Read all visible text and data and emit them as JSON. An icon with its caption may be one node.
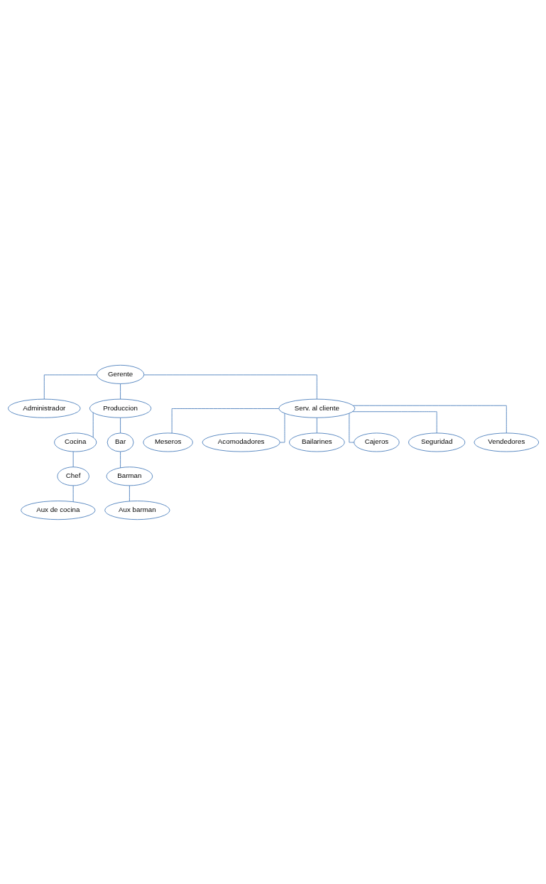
{
  "diagram": {
    "nodes": [
      {
        "text": [
          "Gerente"
        ]
      },
      {
        "text": [
          "Administrador"
        ]
      },
      {
        "text": [
          "Produccion"
        ]
      },
      {
        "text": [
          "Serv. al cliente"
        ]
      },
      {
        "text": [
          "Cocina"
        ]
      },
      {
        "text": [
          "Bar"
        ]
      },
      {
        "text": [
          "Chef"
        ]
      },
      {
        "text": [
          "Aux de cocina"
        ]
      },
      {
        "text": [
          "Barman"
        ]
      },
      {
        "text": [
          "Aux barman"
        ]
      },
      {
        "text": [
          "Meseros"
        ]
      },
      {
        "text": [
          "Acomodadores"
        ]
      },
      {
        "text": [
          "Bailarines"
        ]
      },
      {
        "text": [
          "Cajeros"
        ]
      },
      {
        "text": [
          "Seguridad"
        ]
      },
      {
        "text": [
          "Vendedores"
        ]
      }
    ],
    "edges": [
      {
        "from": 0,
        "to": 1,
        "arrow": "none"
      },
      {
        "from": 0,
        "to": 2,
        "arrow": "none"
      },
      {
        "from": 0,
        "to": 3,
        "arrow": "none"
      },
      {
        "from": 2,
        "to": 4,
        "arrow": "none"
      },
      {
        "from": 2,
        "to": 5,
        "arrow": "none"
      },
      {
        "from": 4,
        "to": 6,
        "arrow": "none"
      },
      {
        "from": 6,
        "to": 7,
        "arrow": "none"
      },
      {
        "from": 5,
        "to": 8,
        "arrow": "none"
      },
      {
        "from": 8,
        "to": 9,
        "arrow": "none"
      },
      {
        "from": 3,
        "to": 10,
        "arrow": "none"
      },
      {
        "from": 3,
        "to": 11,
        "arrow": "none"
      },
      {
        "from": 3,
        "to": 12,
        "arrow": "none"
      },
      {
        "from": 3,
        "to": 13,
        "arrow": "none"
      },
      {
        "from": 3,
        "to": 14,
        "arrow": "none"
      },
      {
        "from": 3,
        "to": 15,
        "arrow": "none"
      }
    ]
  }
}
